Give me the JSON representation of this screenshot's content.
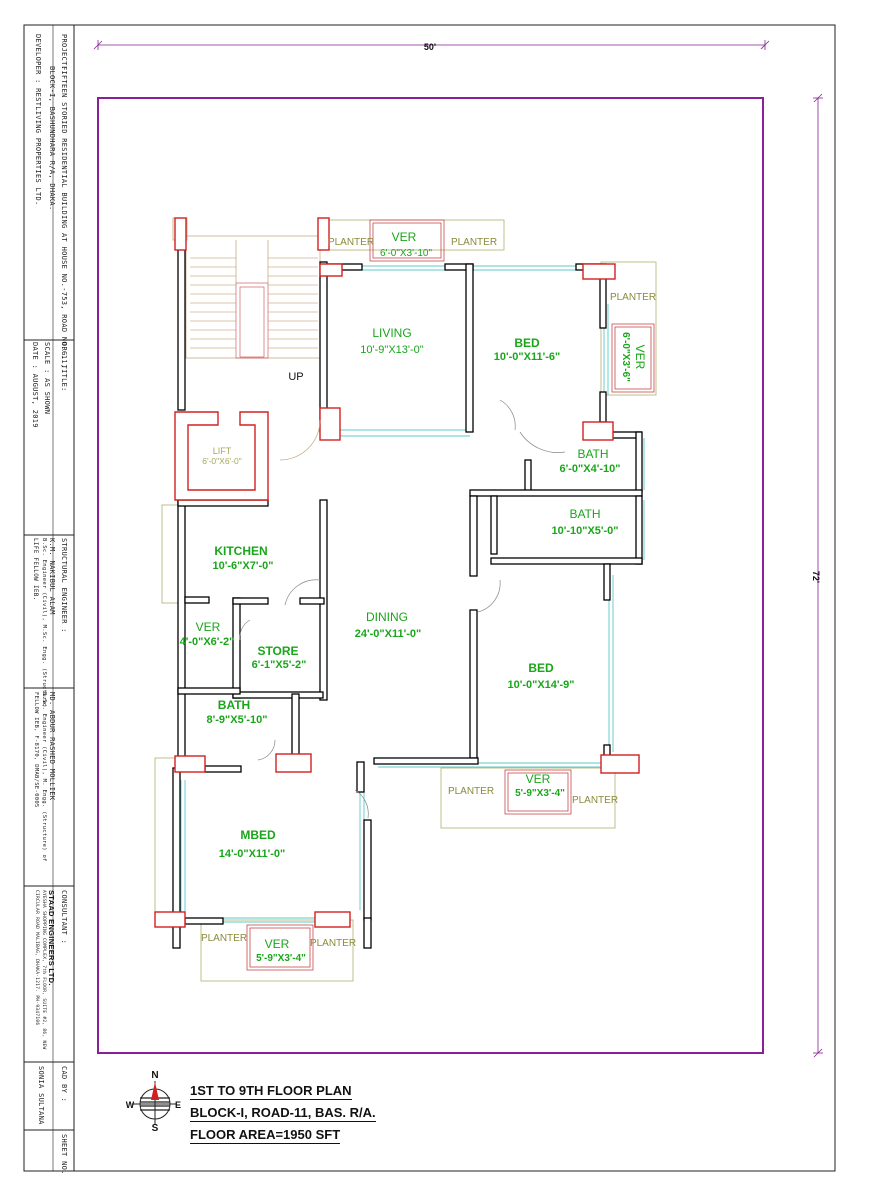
{
  "dimensions": {
    "width_label": "50'",
    "height_label": "72'"
  },
  "title_block": {
    "project_label": "PROJECT:",
    "project_line1": "FIFTEEN STORIED RESIDENTIAL BUILDING AT HOUSE NO.-753, ROAD NO.-11,",
    "project_line2": "BLOCK-I, BASHUNDHARA R/A, DHAKA.",
    "developer": "DEVELOPER :  RESTLIVING PROPERTIES LTD.",
    "drg_title": "DRG. TITLE:",
    "scale": "SCALE      :  AS SHOWN",
    "date": "DATE       :  AUGUST, 2019",
    "structural_label": "STRUCTURAL ENGINEER :",
    "eng1_name": "K.M. NAKIBUL ALAM",
    "eng1_line2": "B.Sc. Engineer (Civil), M.Sc. Engg. (Structure)",
    "eng1_line3": "LIFE FELLOW IEB.",
    "eng2_name": "MD. ABDUR RASHED MOLLIEK",
    "eng2_line2": "B.Sc. Engineer (Civil), M. Engg. (Structure) of",
    "eng2_line3": "FELLOW IEB, F-8170, DMAB/SE-0005",
    "consultant_label": "CONSULTANT :",
    "consultant_name": "STAAD ENGINEERS LTD.",
    "consultant_line2": "AYESHA SHOPPING COMPLEX, 7th FLOOR, SUITE #2, 86, NEW",
    "consultant_line3": "CIRCULAR ROAD MALIBAG, DHAKA-1217. PH-9347106",
    "cad_label": "CAD BY    :",
    "cad_name": "SONIA SULTANA",
    "sheet_label": "SHEET NO."
  },
  "rooms": [
    {
      "name": "LIVING",
      "size": "10'-9\"X13'-0\""
    },
    {
      "name": "BED",
      "size": "10'-0\"X11'-6\""
    },
    {
      "name": "BATH",
      "size": "6'-0\"X4'-10\""
    },
    {
      "name": "BATH",
      "size": "10'-10\"X5'-0\""
    },
    {
      "name": "KITCHEN",
      "size": "10'-6\"X7'-0\""
    },
    {
      "name": "DINING",
      "size": "24'-0\"X11'-0\""
    },
    {
      "name": "BED",
      "size": "10'-0\"X14'-9\""
    },
    {
      "name": "VER",
      "size": "4'-0\"X6'-2\""
    },
    {
      "name": "STORE",
      "size": "6'-1\"X5'-2\""
    },
    {
      "name": "BATH",
      "size": "8'-9\"X5'-10\""
    },
    {
      "name": "MBED",
      "size": "14'-0\"X11'-0\""
    }
  ],
  "verandas": [
    {
      "name": "VER",
      "size": "6'-0\"X3'-10\""
    },
    {
      "name": "VER",
      "size": "6'-0\"X3'-6\""
    },
    {
      "name": "VER",
      "size": "5'-9\"X3'-4\""
    },
    {
      "name": "VER",
      "size": "5'-9\"X3'-4\""
    }
  ],
  "lift": {
    "name": "LIFT",
    "size": "6'-0\"X6'-0\""
  },
  "stair_label": "UP",
  "planter_label": "PLANTER",
  "compass": {
    "n": "N",
    "s": "S",
    "e": "E",
    "w": "W"
  },
  "plan_titles": [
    "1ST TO 9TH FLOOR PLAN",
    "BLOCK-I, ROAD-11, BAS. R/A.",
    "FLOOR AREA=1950 SFT"
  ],
  "colors": {
    "wall": "#000000",
    "column": "#d22020",
    "room_text": "#1aa61a",
    "planter": "#8a8a3a",
    "plot": "#8a1f9a",
    "window": "#5fc9c9"
  }
}
